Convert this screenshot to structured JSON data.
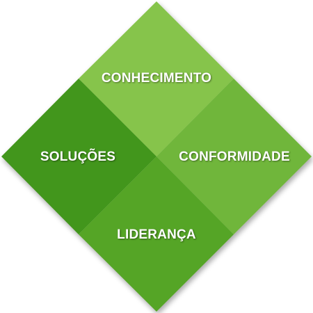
{
  "diagram": {
    "quadrants": {
      "top": {
        "label": "CONHECIMENTO",
        "color": "#86C44B"
      },
      "right": {
        "label": "CONFORMIDADE",
        "color": "#6FB63A"
      },
      "left": {
        "label": "SOLUÇÕES",
        "color": "#43961A"
      },
      "bottom": {
        "label": "LIDERANÇA",
        "color": "#55A526"
      }
    }
  }
}
